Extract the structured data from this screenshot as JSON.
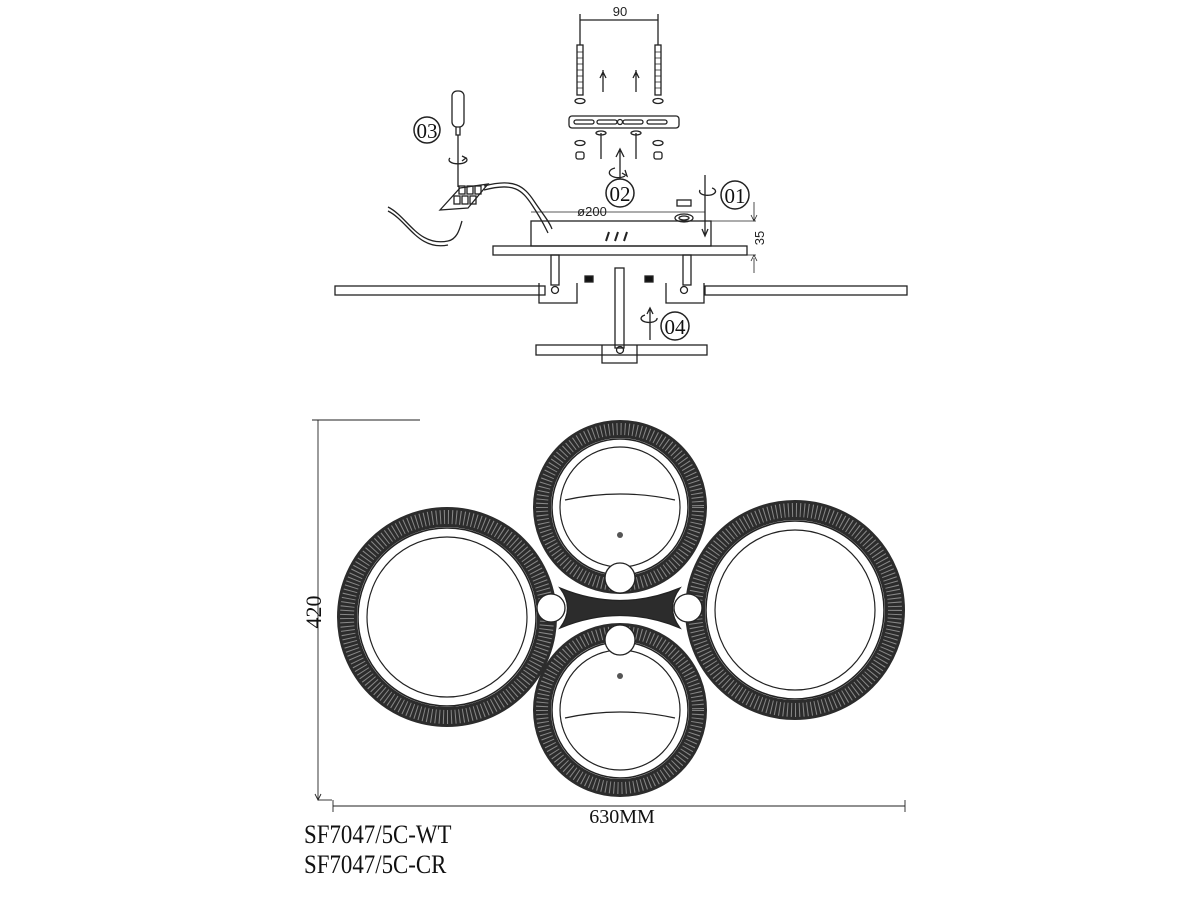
{
  "assembly": {
    "bracket_spacing": "90",
    "canopy_diameter": "ø200",
    "canopy_height": "35",
    "steps": [
      "01",
      "02",
      "03",
      "04"
    ]
  },
  "plan": {
    "height_dim": "420",
    "width_dim": "630MM"
  },
  "models": [
    "SF7047/5C-WT",
    "SF7047/5C-CR"
  ]
}
